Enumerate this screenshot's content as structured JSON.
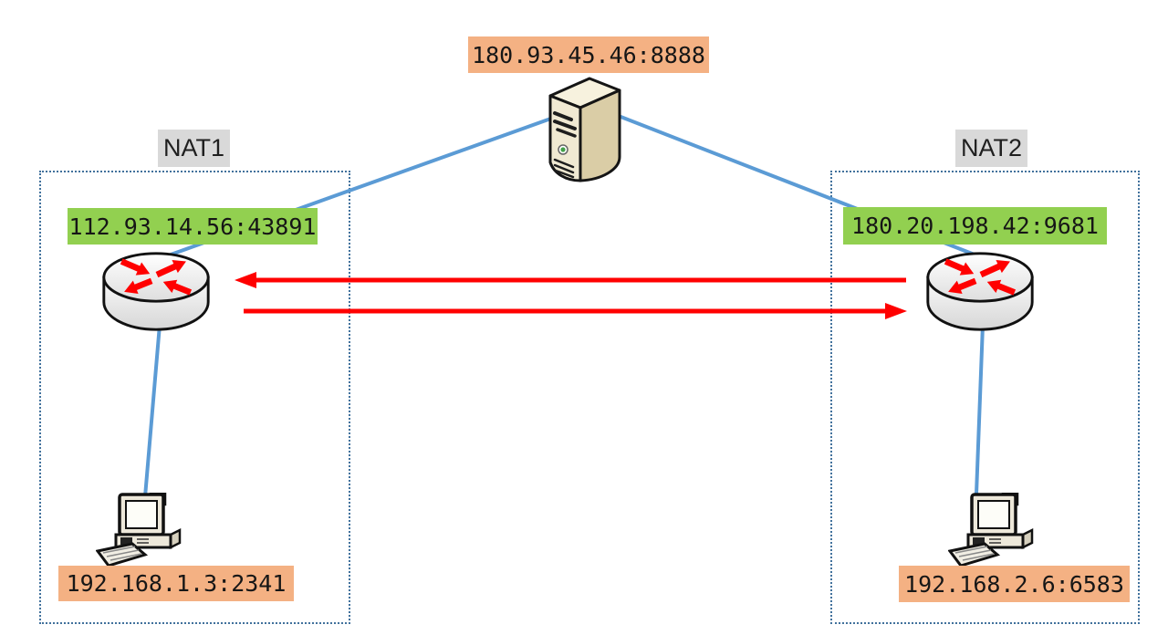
{
  "diagram": {
    "server": {
      "address": "180.93.45.46:8888",
      "icon": "server-tower-icon"
    },
    "nat1": {
      "name": "NAT1",
      "public_address": "112.93.14.56:43891",
      "private_address": "192.168.1.3:2341",
      "router_icon": "router-icon",
      "host_icon": "desktop-pc-icon"
    },
    "nat2": {
      "name": "NAT2",
      "public_address": "180.20.198.42:9681",
      "private_address": "192.168.2.6:6583",
      "router_icon": "router-icon",
      "host_icon": "desktop-pc-icon"
    },
    "links": {
      "server_to_nat1": "blue-line",
      "server_to_nat2": "blue-line",
      "nat1_to_host1": "blue-line",
      "nat2_to_host2": "blue-line",
      "punch_nat2_to_nat1": "red-arrow-left",
      "punch_nat1_to_nat2": "red-arrow-right"
    },
    "colors": {
      "public_bg": "#92D050",
      "private_bg": "#F4B183",
      "nat_bg": "#D9D9D9",
      "link": "#5B9BD5",
      "arrow": "#FF0000",
      "box_border": "#41719C"
    }
  }
}
